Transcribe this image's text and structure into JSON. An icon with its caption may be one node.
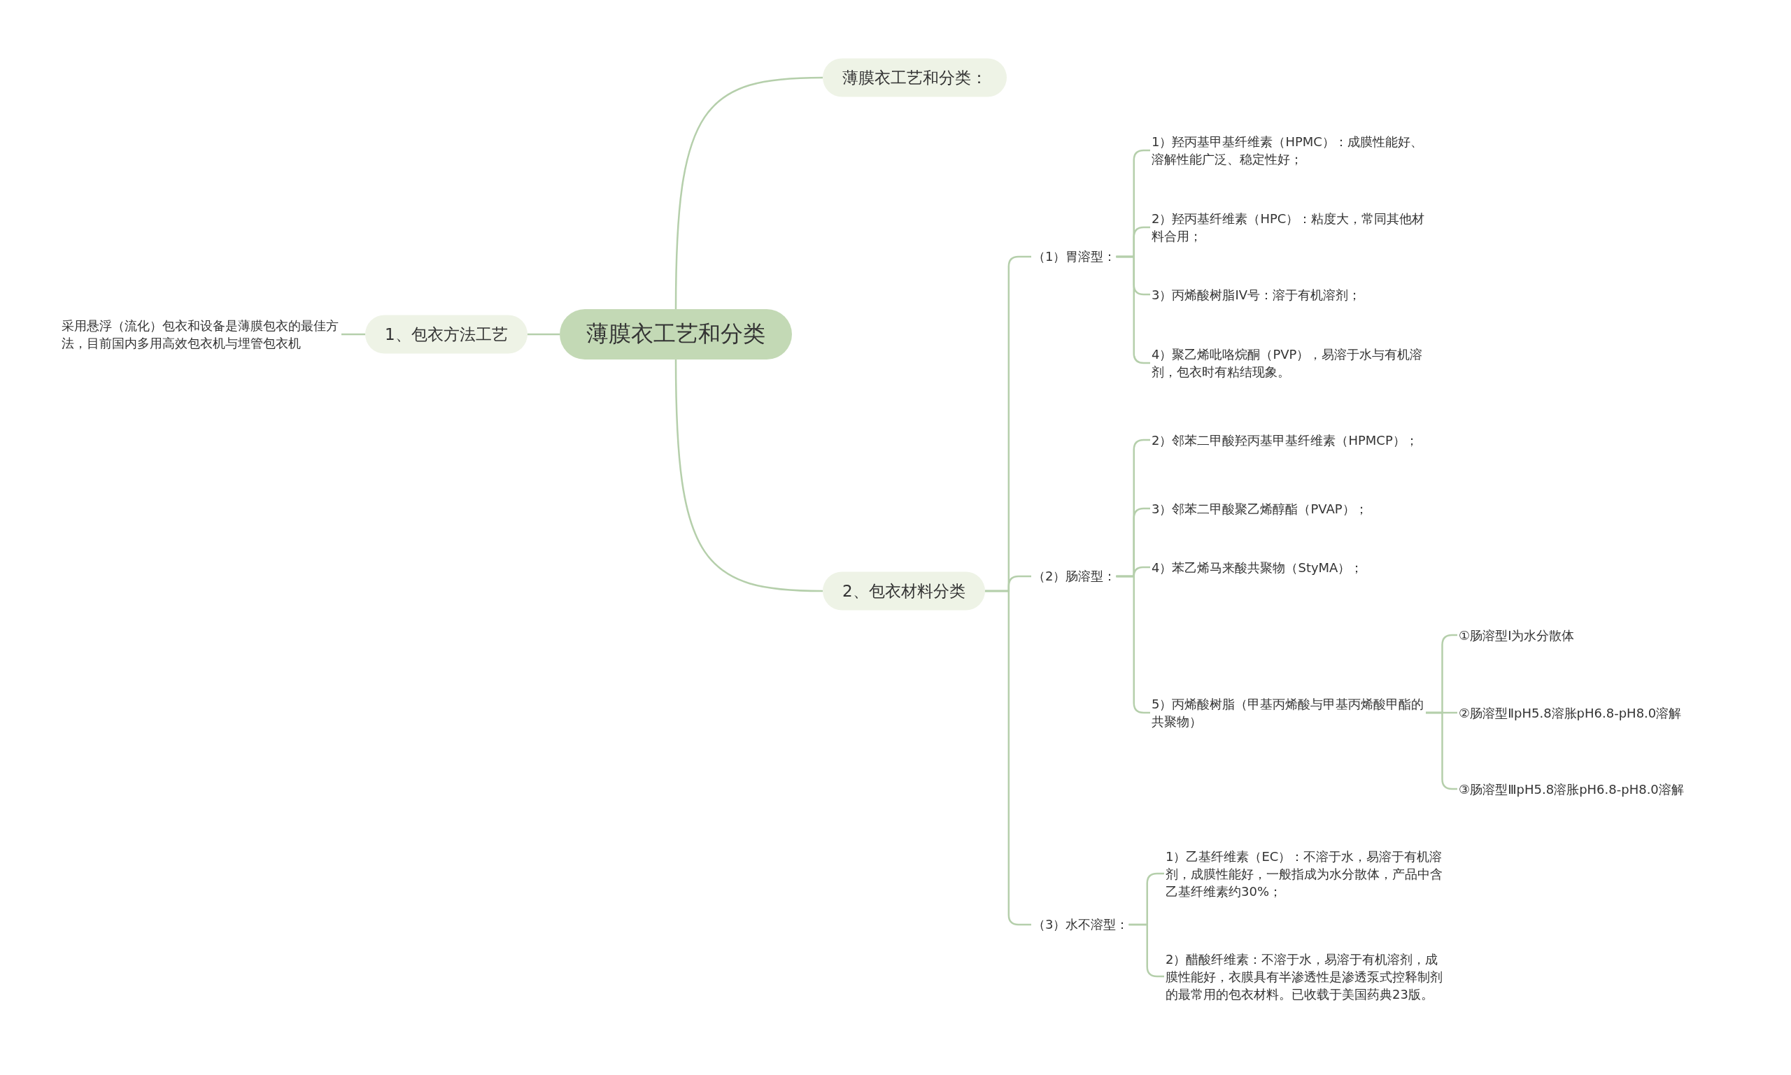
{
  "diagram": {
    "nodes": [
      {
        "text": [
          "薄膜衣工艺和分类"
        ]
      },
      {
        "text": [
          "薄膜衣工艺和分类："
        ]
      },
      {
        "text": [
          "1、包衣方法工艺"
        ]
      },
      {
        "text": [
          "采用悬浮（流化）包衣和设备是薄膜包衣的最佳方法，目前国内多用高效包衣机与埋管包衣机"
        ]
      },
      {
        "text": [
          "2、包衣材料分类"
        ]
      },
      {
        "text": [
          "（1）胃溶型："
        ]
      },
      {
        "text": [
          "1）羟丙基甲基纤维素（HPMC）：成膜性能好、溶解性能广泛、稳定性好；"
        ]
      },
      {
        "text": [
          "2）羟丙基纤维素（HPC）：粘度大，常同其他材料合用；"
        ]
      },
      {
        "text": [
          "3）丙烯酸树脂IV号：溶于有机溶剂；"
        ]
      },
      {
        "text": [
          "4）聚乙烯吡咯烷酮（PVP），易溶于水与有机溶剂，包衣时有粘结现象。"
        ]
      },
      {
        "text": [
          "（2）肠溶型："
        ]
      },
      {
        "text": [
          "2）邻苯二甲酸羟丙基甲基纤维素（HPMCP）；"
        ]
      },
      {
        "text": [
          "3）邻苯二甲酸聚乙烯醇酯（PVAP）；"
        ]
      },
      {
        "text": [
          "4）苯乙烯马来酸共聚物（StyMA）；"
        ]
      },
      {
        "text": [
          "5）丙烯酸树脂（甲基丙烯酸与甲基丙烯酸甲酯的共聚物）"
        ]
      },
      {
        "text": [
          "①肠溶型Ⅰ为水分散体"
        ]
      },
      {
        "text": [
          "②肠溶型ⅡpH5.8溶胀pH6.8-pH8.0溶解"
        ]
      },
      {
        "text": [
          "③肠溶型ⅢpH5.8溶胀pH6.8-pH8.0溶解"
        ]
      },
      {
        "text": [
          "（3）水不溶型："
        ]
      },
      {
        "text": [
          "1）乙基纤维素（EC）：不溶于水，易溶于有机溶剂，成膜性能好，一般指成为水分散体，产品中含乙基纤维素约30%；"
        ]
      },
      {
        "text": [
          "2）醋酸纤维素：不溶于水，易溶于有机溶剂，成膜性能好，衣膜具有半渗透性是渗透泵式控释制剂的最常用的包衣材料。已收载于美国药典23版。"
        ]
      }
    ],
    "edges": [
      {
        "from": 0,
        "to": 1,
        "arrow": "none"
      },
      {
        "from": 0,
        "to": 2,
        "arrow": "none"
      },
      {
        "from": 2,
        "to": 3,
        "arrow": "none"
      },
      {
        "from": 0,
        "to": 4,
        "arrow": "none"
      },
      {
        "from": 4,
        "to": 5,
        "arrow": "none"
      },
      {
        "from": 5,
        "to": 6,
        "arrow": "none"
      },
      {
        "from": 5,
        "to": 7,
        "arrow": "none"
      },
      {
        "from": 5,
        "to": 8,
        "arrow": "none"
      },
      {
        "from": 5,
        "to": 9,
        "arrow": "none"
      },
      {
        "from": 4,
        "to": 10,
        "arrow": "none"
      },
      {
        "from": 10,
        "to": 11,
        "arrow": "none"
      },
      {
        "from": 10,
        "to": 12,
        "arrow": "none"
      },
      {
        "from": 10,
        "to": 13,
        "arrow": "none"
      },
      {
        "from": 10,
        "to": 14,
        "arrow": "none"
      },
      {
        "from": 14,
        "to": 15,
        "arrow": "none"
      },
      {
        "from": 14,
        "to": 16,
        "arrow": "none"
      },
      {
        "from": 14,
        "to": 17,
        "arrow": "none"
      },
      {
        "from": 4,
        "to": 18,
        "arrow": "none"
      },
      {
        "from": 18,
        "to": 19,
        "arrow": "none"
      },
      {
        "from": 18,
        "to": 20,
        "arrow": "none"
      }
    ]
  }
}
